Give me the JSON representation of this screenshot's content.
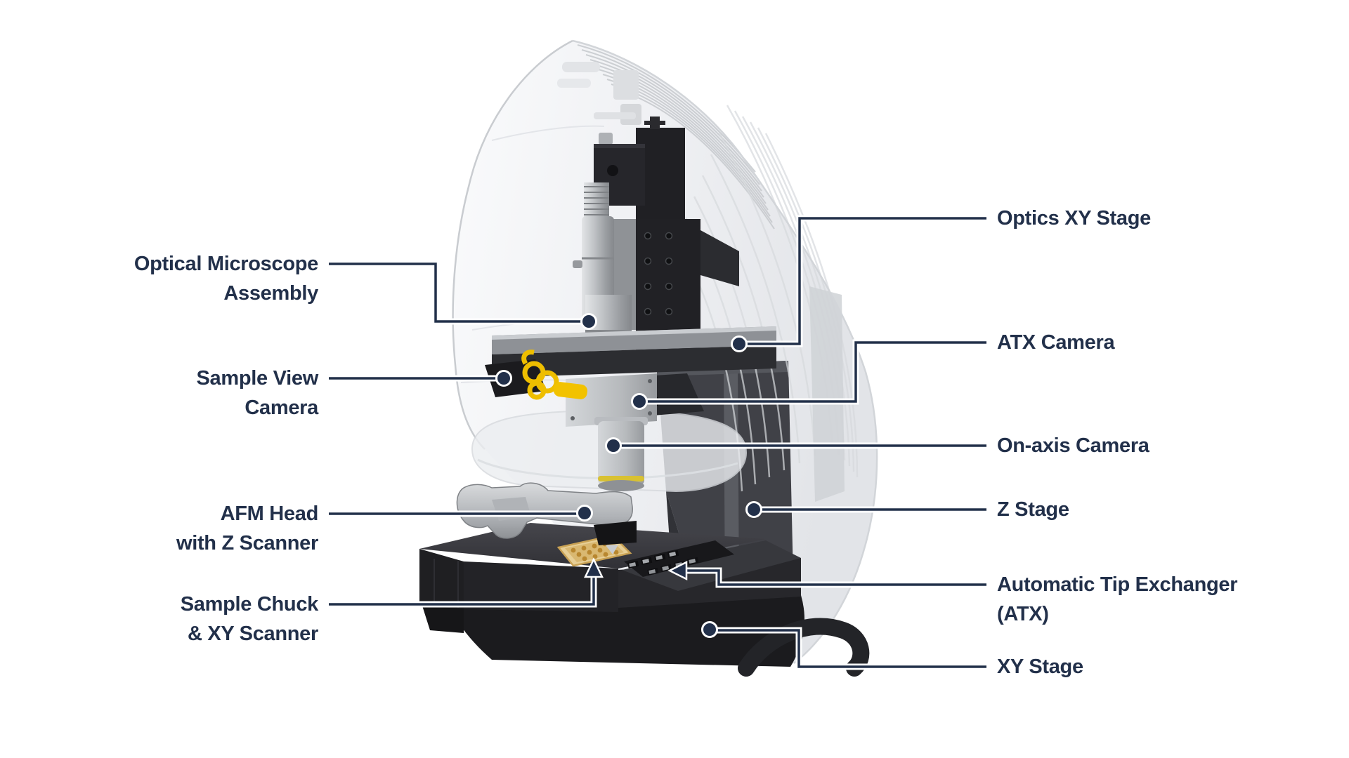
{
  "labels": {
    "left": [
      {
        "lines": [
          "Optical Microscope",
          "Assembly"
        ]
      },
      {
        "lines": [
          "Sample View",
          "Camera"
        ]
      },
      {
        "lines": [
          "AFM Head",
          "with Z Scanner"
        ]
      },
      {
        "lines": [
          "Sample Chuck",
          "& XY Scanner"
        ]
      }
    ],
    "right": [
      {
        "lines": [
          "Optics XY Stage"
        ]
      },
      {
        "lines": [
          "ATX Camera"
        ]
      },
      {
        "lines": [
          "On-axis Camera"
        ]
      },
      {
        "lines": [
          "Z Stage"
        ]
      },
      {
        "lines": [
          "Automatic Tip Exchanger",
          "(ATX)"
        ]
      },
      {
        "lines": [
          "XY Stage"
        ]
      }
    ]
  },
  "colors": {
    "background": "#ffffff",
    "label_text": "#22304a",
    "leader_line": "#22304a",
    "leader_casing": "#ffffff",
    "cable_yellow": "#eebe00",
    "sample_gold": "#caa254",
    "machine_black": "#232327",
    "machine_silver": "#b4b7bb",
    "hood_gray": "#eceef1"
  }
}
